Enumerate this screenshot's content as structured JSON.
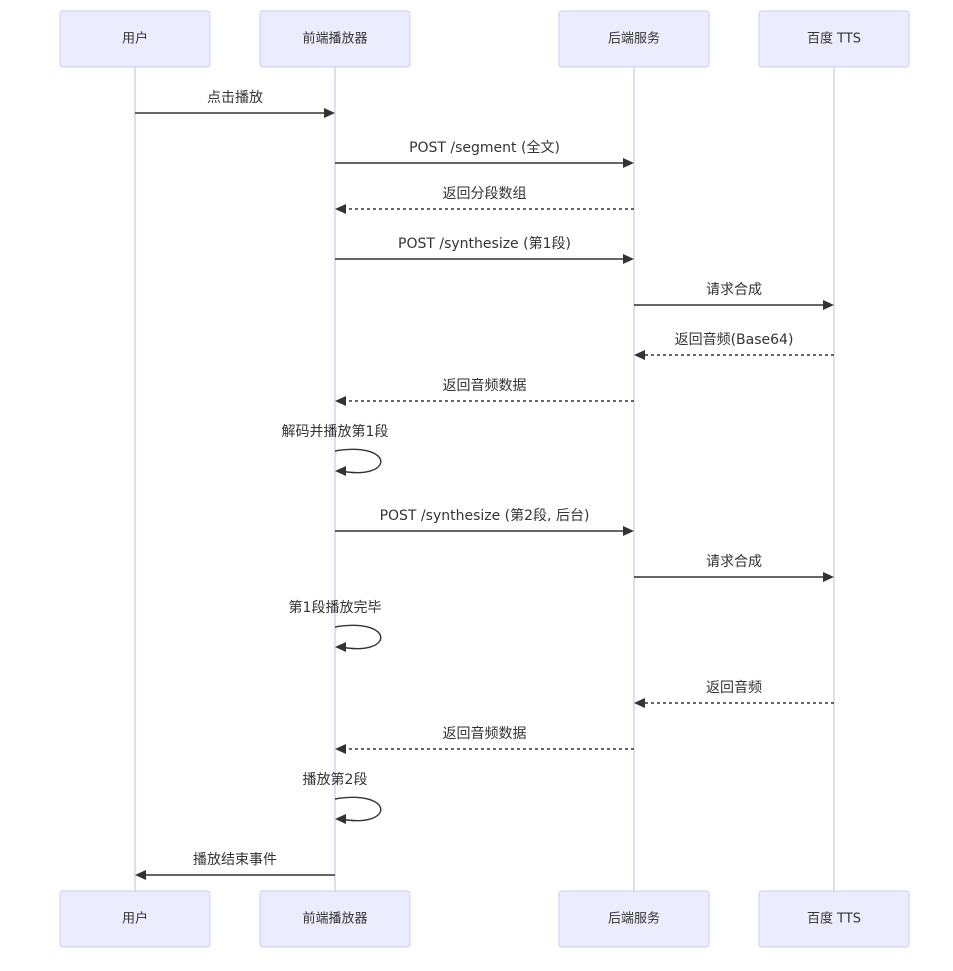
{
  "participants": [
    {
      "id": "user",
      "label": "用户"
    },
    {
      "id": "frontend",
      "label": "前端播放器"
    },
    {
      "id": "backend",
      "label": "后端服务"
    },
    {
      "id": "tts",
      "label": "百度 TTS"
    }
  ],
  "messages": [
    {
      "from": "user",
      "to": "frontend",
      "text": "点击播放",
      "style": "solid"
    },
    {
      "from": "frontend",
      "to": "backend",
      "text": "POST /segment (全文)",
      "style": "solid"
    },
    {
      "from": "backend",
      "to": "frontend",
      "text": "返回分段数组",
      "style": "dashed"
    },
    {
      "from": "frontend",
      "to": "backend",
      "text": "POST /synthesize (第1段)",
      "style": "solid"
    },
    {
      "from": "backend",
      "to": "tts",
      "text": "请求合成",
      "style": "solid"
    },
    {
      "from": "tts",
      "to": "backend",
      "text": "返回音频(Base64)",
      "style": "dashed"
    },
    {
      "from": "backend",
      "to": "frontend",
      "text": "返回音频数据",
      "style": "dashed"
    },
    {
      "from": "frontend",
      "to": "frontend",
      "text": "解码并播放第1段",
      "style": "self"
    },
    {
      "from": "frontend",
      "to": "backend",
      "text": "POST /synthesize (第2段, 后台)",
      "style": "solid"
    },
    {
      "from": "backend",
      "to": "tts",
      "text": "请求合成",
      "style": "solid"
    },
    {
      "from": "frontend",
      "to": "frontend",
      "text": "第1段播放完毕",
      "style": "self"
    },
    {
      "from": "tts",
      "to": "backend",
      "text": "返回音频",
      "style": "dashed"
    },
    {
      "from": "backend",
      "to": "frontend",
      "text": "返回音频数据",
      "style": "dashed"
    },
    {
      "from": "frontend",
      "to": "frontend",
      "text": "播放第2段",
      "style": "self"
    },
    {
      "from": "frontend",
      "to": "user",
      "text": "播放结束事件",
      "style": "solid"
    }
  ],
  "colors": {
    "actor_fill": "#ececff",
    "actor_border": "#cdcdf5",
    "lifeline": "#cccce8",
    "line": "#333333",
    "text": "#333333"
  }
}
